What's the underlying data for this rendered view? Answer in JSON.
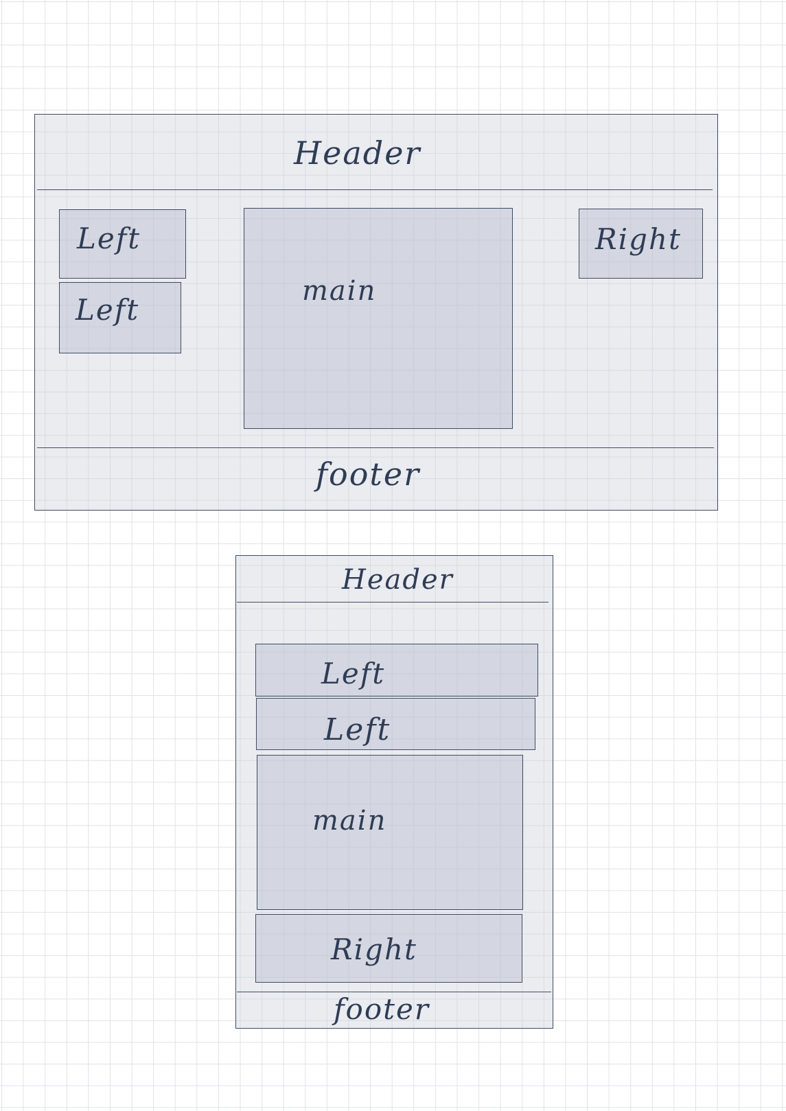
{
  "colors": {
    "paper": "#ffffff",
    "grid": "#dfe2e7",
    "ink": "#3f4c63",
    "frame_fill": "#e8e9ed",
    "box_fill": "#d4d7e0"
  },
  "desktop": {
    "header": "Header",
    "left_1": "Left",
    "left_2": "Left",
    "main": "main",
    "right": "Right",
    "footer": "footer"
  },
  "mobile": {
    "header": "Header",
    "left_1": "Left",
    "left_2": "Left",
    "main": "main",
    "right": "Right",
    "footer": "footer"
  }
}
